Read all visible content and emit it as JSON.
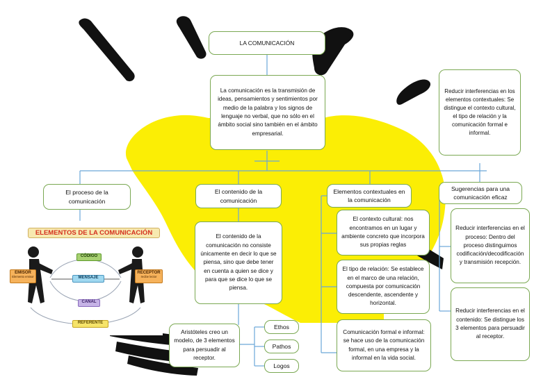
{
  "colors": {
    "yellow_blob": "#fbee05",
    "box_border": "#7aa852",
    "connector": "#6aa6d8",
    "dark_strokes": "#111111"
  },
  "title": "LA COMUNICACIÓN",
  "definition": "La comunicación es la transmisión de ideas, pensamientos y sentimientos por medio de la palabra y los signos de lenguaje no verbal, que no sólo en el ámbito social sino también en el ámbito empresarial.",
  "top_right_note": "Reducir interferencias en los elementos contextuales: Se distingue el contexto cultural, el tipo de relación y la comunicación formal e informal.",
  "branches": {
    "process": {
      "label": "El proceso de la comunicación",
      "illustration": {
        "title": "ELEMENTOS DE LA COMUNICACIÓN",
        "codigo": "CÓDIGO",
        "mensaje": "MENSAJE",
        "canal": "CANAL",
        "referente": "REFERENTE",
        "emisor": "EMISOR",
        "emisor_sub": "Elemento emisor",
        "receptor": "RECEPTOR",
        "receptor_sub": "recibe lector"
      }
    },
    "content": {
      "label": "El contenido de la comunicación",
      "detail": "El contenido de la comunicación no consiste únicamente en decir lo que se piensa, sino que debe tener en cuenta a quien se dice y para que se dice lo que se piensa.",
      "aristotle": "Aristóteles creo un modelo, de 3 elementos para persuadir al receptor.",
      "elements": [
        "Ethos",
        "Pathos",
        "Logos"
      ]
    },
    "context": {
      "label": "Elementos contextuales en la comunicación",
      "items": [
        "El contexto cultural: nos encontramos en un lugar y ambiente concreto que incorpora sus propias reglas",
        "El tipo de relación: Se establece en el marco de una relación, compuesta por comunicación descendente, ascendente y horizontal.",
        "Comunicación formal e informal: se hace uso de la comunicación formal, en una empresa y la informal en la vida social."
      ]
    },
    "suggestions": {
      "label": "Sugerencias para una comunicación eficaz",
      "items": [
        "Reducir interferencias en el proceso: Dentro del proceso distinguimos codificación/decodificación y transmisión recepción.",
        "Reducir interferencias en el contenido: Se distingue los 3 elementos para persuadir al receptor."
      ]
    }
  }
}
